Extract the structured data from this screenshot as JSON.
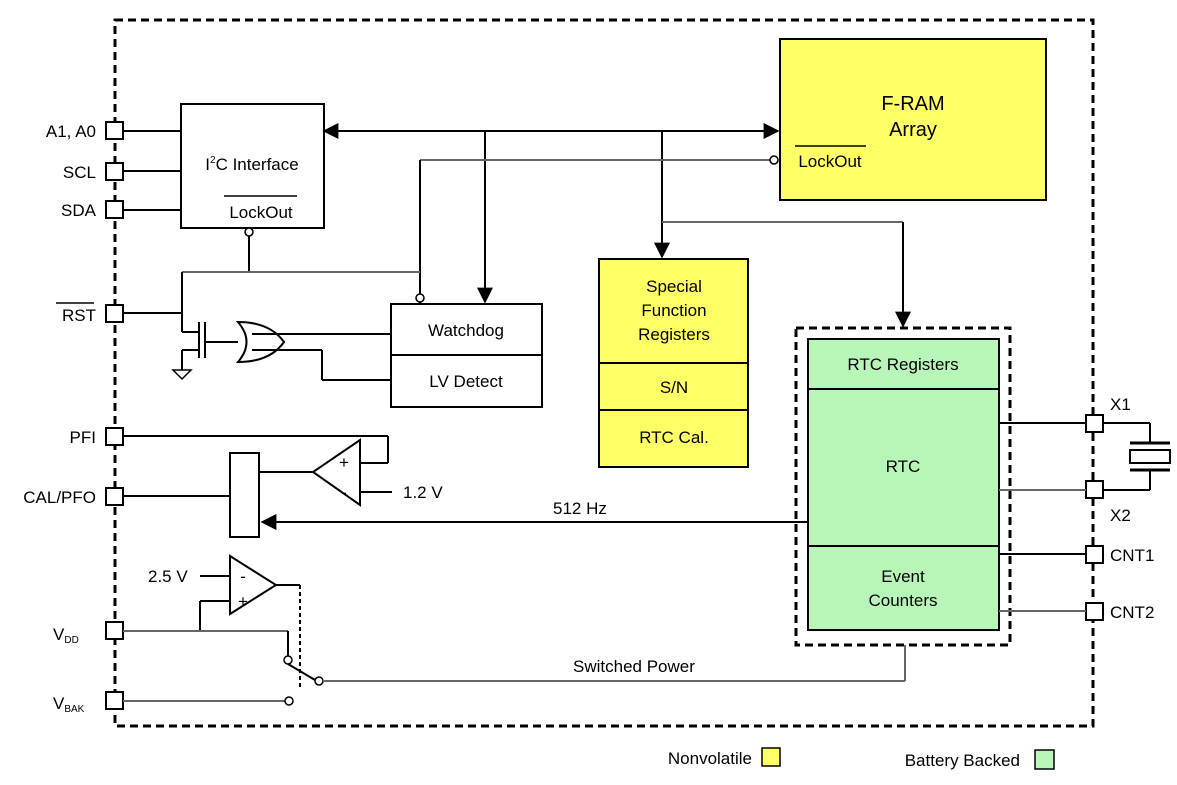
{
  "colors": {
    "nonvolatile": "#ffff66",
    "battery_backed": "#b8f5b8",
    "line": "#000000",
    "gray_line": "#666666"
  },
  "pins": {
    "a1a0": "A1, A0",
    "scl": "SCL",
    "sda": "SDA",
    "rst": "RST",
    "pfi": "PFI",
    "cal_pfo": "CAL/PFO",
    "vdd_main": "V",
    "vdd_sub": "DD",
    "vbak_main": "V",
    "vbak_sub": "BAK",
    "x1": "X1",
    "x2": "X2",
    "cnt1": "CNT1",
    "cnt2": "CNT2"
  },
  "blocks": {
    "i2c_i": "I",
    "i2c_sup": "2",
    "i2c_rest": "C Interface",
    "i2c_lockout": "LockOut",
    "fram_line1": "F-RAM",
    "fram_line2": "Array",
    "fram_lockout": "LockOut",
    "watchdog": "Watchdog",
    "lv_detect": "LV Detect",
    "sfr_line1": "Special",
    "sfr_line2": "Function",
    "sfr_line3": "Registers",
    "sn": "S/N",
    "rtc_cal": "RTC Cal.",
    "rtc_registers": "RTC Registers",
    "rtc": "RTC",
    "event_line1": "Event",
    "event_line2": "Counters"
  },
  "signals": {
    "v12": "1.2 V",
    "hz512": "512 Hz",
    "v25": "2.5 V",
    "switched_power": "Switched Power",
    "comp_plus": "+",
    "comp_minus": "-",
    "comp2_minus": "-",
    "comp2_plus": "+"
  },
  "legend": {
    "nonvolatile": "Nonvolatile",
    "battery_backed": "Battery Backed"
  }
}
